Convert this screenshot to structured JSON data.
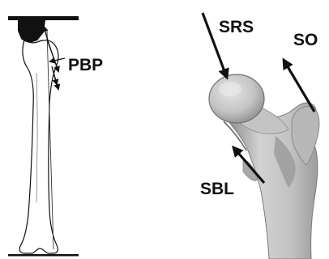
{
  "labels": {
    "pbp": "PBP",
    "srs": "SRS",
    "so": "SO",
    "sbl": "SBL"
  },
  "colors": {
    "ink": "#111111",
    "bone_left": "#ffffff",
    "bone_right": "#c9c9c9",
    "bone_right_shadow": "#9a9a9a",
    "bone_right_highlight": "#e6e6e6"
  }
}
